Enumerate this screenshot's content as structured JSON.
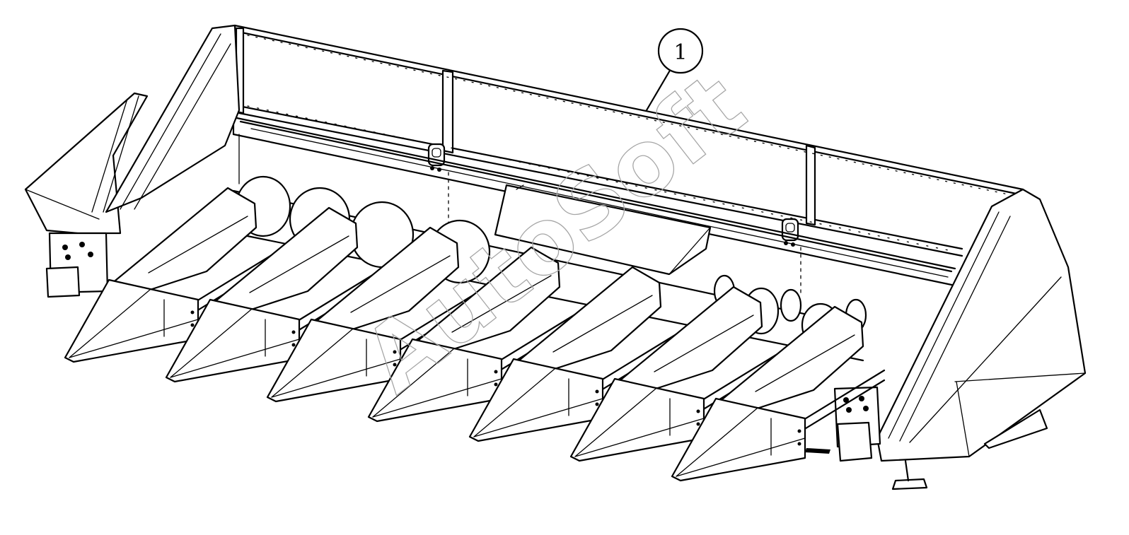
{
  "callouts": [
    {
      "label": "1"
    }
  ],
  "watermark": {
    "text": "AutoSoft",
    "color": "#a6a6a6"
  },
  "snouts": {
    "count": 7
  },
  "colors": {
    "line": "#000000",
    "background": "#ffffff"
  }
}
